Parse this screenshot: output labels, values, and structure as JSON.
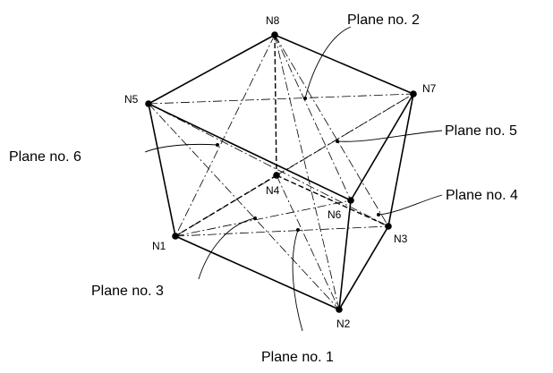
{
  "nodes": [
    {
      "id": "N1",
      "label": "N1"
    },
    {
      "id": "N2",
      "label": "N2"
    },
    {
      "id": "N3",
      "label": "N3"
    },
    {
      "id": "N4",
      "label": "N4"
    },
    {
      "id": "N5",
      "label": "N5"
    },
    {
      "id": "N6",
      "label": "N6"
    },
    {
      "id": "N7",
      "label": "N7"
    },
    {
      "id": "N8",
      "label": "N8"
    }
  ],
  "planes": [
    {
      "id": "plane-1",
      "label": "Plane no. 1"
    },
    {
      "id": "plane-2",
      "label": "Plane no. 2"
    },
    {
      "id": "plane-3",
      "label": "Plane no. 3"
    },
    {
      "id": "plane-4",
      "label": "Plane no. 4"
    },
    {
      "id": "plane-5",
      "label": "Plane no. 5"
    },
    {
      "id": "plane-6",
      "label": "Plane no. 6"
    }
  ]
}
